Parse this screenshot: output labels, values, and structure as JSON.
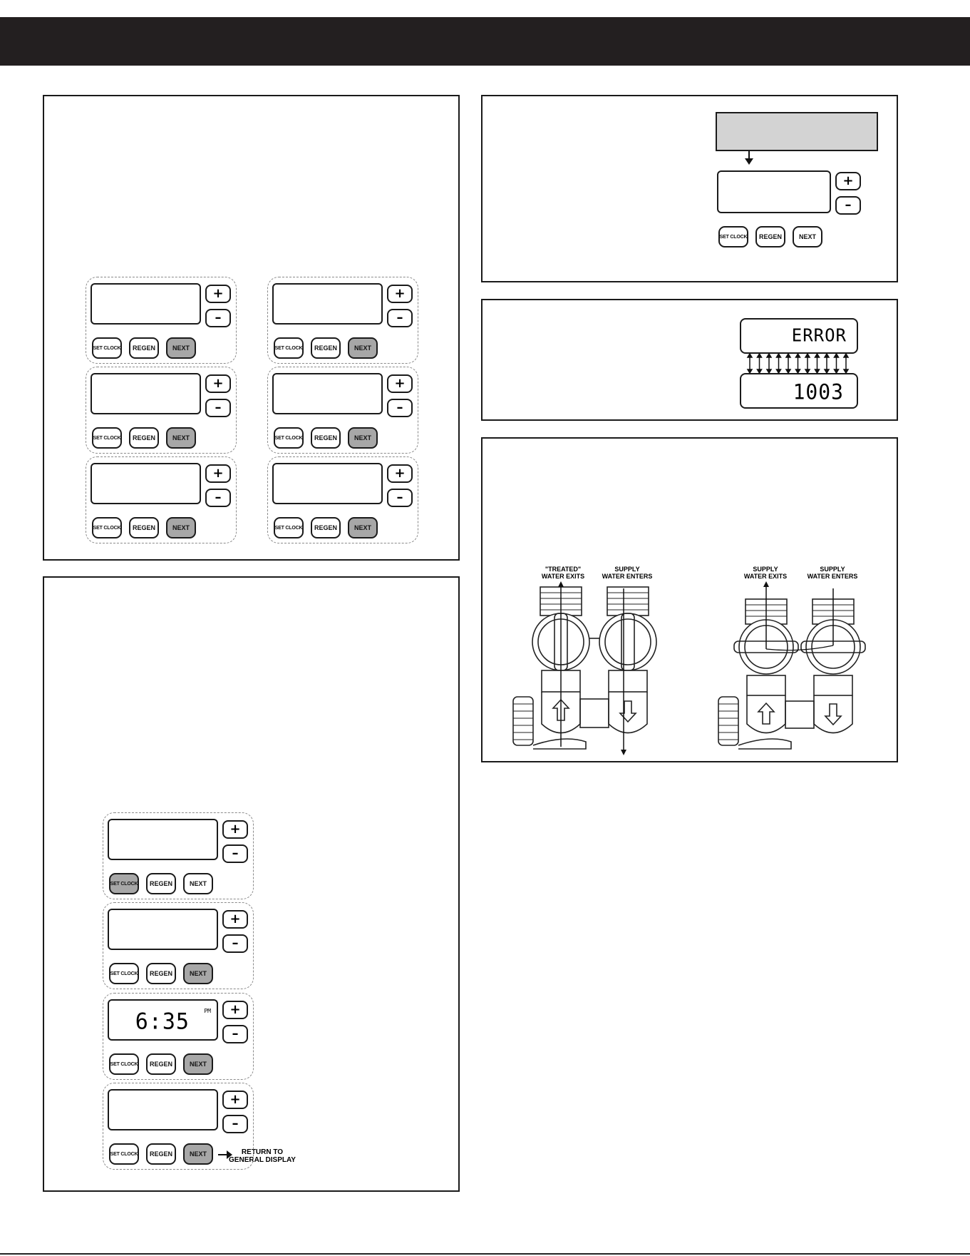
{
  "colors": {
    "header_bar": "#231f20",
    "active_button": "#a7a7a7",
    "display_highlight": "#d3d3d3"
  },
  "controls": {
    "plus": "+",
    "minus": "–",
    "set_clock": "SET CLOCK",
    "regen": "REGEN",
    "next": "NEXT"
  },
  "error_display": {
    "line1": "ERROR",
    "line2": "1003"
  },
  "clock_display": {
    "time": "6:35",
    "suffix": "PM"
  },
  "return_label": {
    "line1": "RETURN TO",
    "line2": "GENERAL DISPLAY"
  },
  "bypass": {
    "service_left": {
      "line1": "\"TREATED\"",
      "line2": "WATER EXITS"
    },
    "service_right": {
      "line1": "SUPPLY",
      "line2": "WATER ENTERS"
    },
    "bypass_left": {
      "line1": "SUPPLY",
      "line2": "WATER EXITS"
    },
    "bypass_right": {
      "line1": "SUPPLY",
      "line2": "WATER ENTERS"
    }
  }
}
